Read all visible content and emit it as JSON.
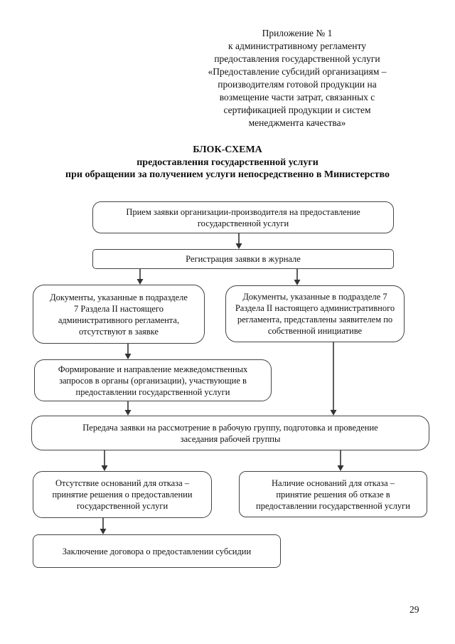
{
  "document": {
    "page_number": "29",
    "header_lines": [
      "Приложение № 1",
      "к административному регламенту",
      "предоставления государственной услуги",
      "«Предоставление субсидий организациям –",
      "производителям готовой продукции на",
      "возмещение части затрат, связанных с",
      "сертификацией продукции и систем",
      "менеджмента качества»"
    ],
    "title_lines": [
      "БЛОК-СХЕМА",
      "предоставления государственной услуги",
      "при обращении за получением услуги непосредственно в Министерство"
    ]
  },
  "flowchart": {
    "nodes": {
      "accept": "Прием заявки организации-производителя на предоставление государственной услуги",
      "register": "Регистрация заявки в журнале",
      "docs_missing": "Документы, указанные в подразделе 7 Раздела II настоящего административного регламента, отсутствуют в заявке",
      "docs_provided": "Документы, указанные в подразделе 7 Раздела II настоящего административного регламента, представлены заявителем по собственной инициативе",
      "requests": "Формирование и направление межведомственных запросов в органы (организации), участвующие в предоставлении государственной услуги",
      "transfer": "Передача заявки на рассмотрение в рабочую группу, подготовка и проведение заседания рабочей группы",
      "no_grounds": "Отсутствие оснований для отказа – принятие решения о предоставлении государственной услуги",
      "grounds": "Наличие оснований для отказа – принятие решения об отказе в предоставлении государственной услуги",
      "contract": "Заключение договора о предоставлении субсидии"
    },
    "edges": [
      {
        "from": "accept",
        "to": "register"
      },
      {
        "from": "register",
        "to": "docs_missing"
      },
      {
        "from": "register",
        "to": "docs_provided"
      },
      {
        "from": "docs_missing",
        "to": "requests"
      },
      {
        "from": "requests",
        "to": "transfer"
      },
      {
        "from": "docs_provided",
        "to": "transfer"
      },
      {
        "from": "transfer",
        "to": "no_grounds"
      },
      {
        "from": "transfer",
        "to": "grounds"
      },
      {
        "from": "no_grounds",
        "to": "contract"
      }
    ]
  },
  "colors": {
    "box_border": "#444444",
    "arrow": "#333333",
    "text": "#111111",
    "page_background": "#ffffff"
  }
}
